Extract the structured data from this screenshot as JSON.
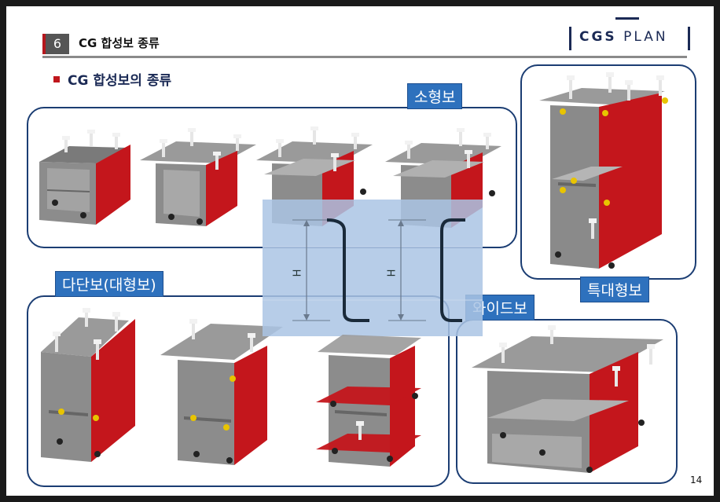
{
  "header": {
    "section_number": "6",
    "title": "CG 합성보 종류",
    "logo_bold": "CGS",
    "logo_light": "PLAN"
  },
  "section_title": "CG 합성보의 종류",
  "tags": {
    "small": "소형보",
    "extra_large": "특대형보",
    "multi_stage": "다단보(대형보)",
    "wide": "와이드보"
  },
  "overlay": {
    "dimension_label_left": "H",
    "dimension_label_right": "H"
  },
  "page_number": "14",
  "colors": {
    "navy": "#1b3d73",
    "tag_blue": "#2e71bd",
    "steel_red": "#c4161c",
    "steel_gray": "#8c8c8c",
    "bullet_red": "#c0161c"
  }
}
